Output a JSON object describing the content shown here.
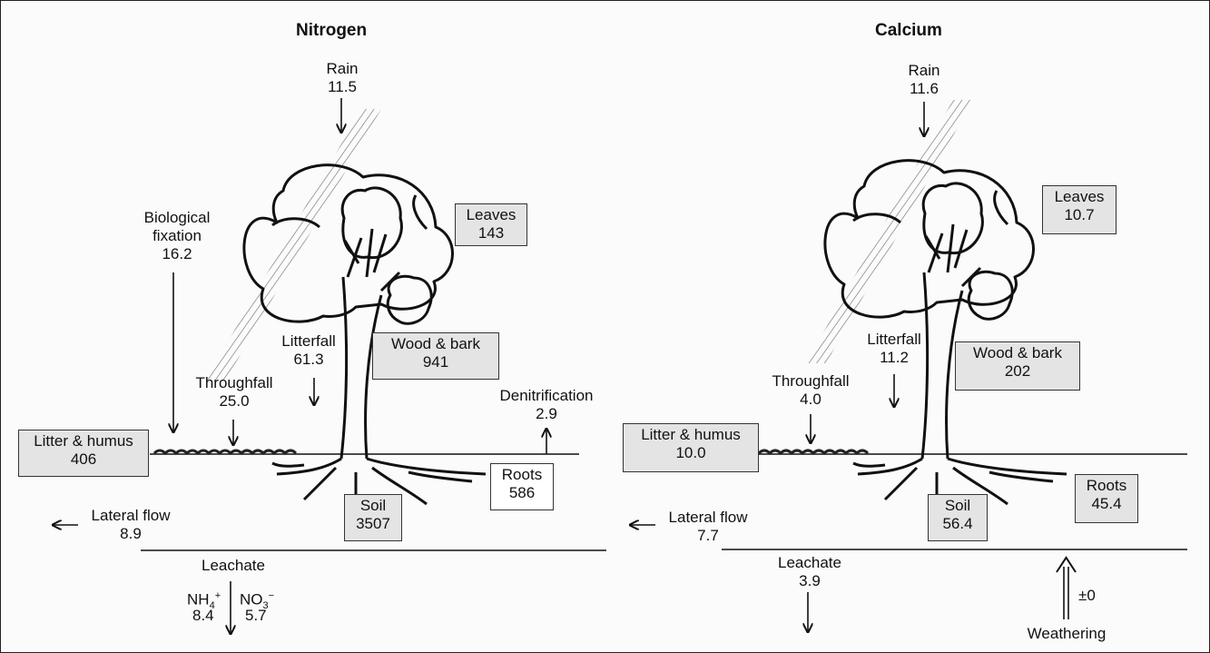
{
  "nitrogen": {
    "title": "Nitrogen",
    "rain": {
      "label": "Rain",
      "value": "11.5"
    },
    "fixation": {
      "line1": "Biological",
      "line2": "fixation",
      "value": "16.2"
    },
    "throughfall": {
      "label": "Throughfall",
      "value": "25.0"
    },
    "litterfall": {
      "label": "Litterfall",
      "value": "61.3"
    },
    "leaves": {
      "label": "Leaves",
      "value": "143"
    },
    "wood": {
      "label": "Wood & bark",
      "value": "941"
    },
    "denitrification": {
      "label": "Denitrification",
      "value": "2.9"
    },
    "litter_humus": {
      "label": "Litter & humus",
      "value": "406"
    },
    "roots": {
      "label": "Roots",
      "value": "586"
    },
    "soil": {
      "label": "Soil",
      "value": "3507"
    },
    "lateral_flow": {
      "label": "Lateral flow",
      "value": "8.9"
    },
    "leachate": {
      "label": "Leachate",
      "nh4_base": "NH",
      "nh4_sub": "4",
      "nh4_sup": "+",
      "nh4_value": "8.4",
      "no3_base": "NO",
      "no3_sub": "3",
      "no3_sup": "−",
      "no3_value": "5.7"
    }
  },
  "calcium": {
    "title": "Calcium",
    "rain": {
      "label": "Rain",
      "value": "11.6"
    },
    "throughfall": {
      "label": "Throughfall",
      "value": "4.0"
    },
    "litterfall": {
      "label": "Litterfall",
      "value": "11.2"
    },
    "leaves": {
      "label": "Leaves",
      "value": "10.7"
    },
    "wood": {
      "label": "Wood & bark",
      "value": "202"
    },
    "litter_humus": {
      "label": "Litter & humus",
      "value": "10.0"
    },
    "roots": {
      "label": "Roots",
      "value": "45.4"
    },
    "soil": {
      "label": "Soil",
      "value": "56.4"
    },
    "lateral_flow": {
      "label": "Lateral flow",
      "value": "7.7"
    },
    "leachate": {
      "label": "Leachate",
      "value": "3.9"
    },
    "weathering": {
      "label": "Weathering",
      "value": "±0"
    }
  }
}
